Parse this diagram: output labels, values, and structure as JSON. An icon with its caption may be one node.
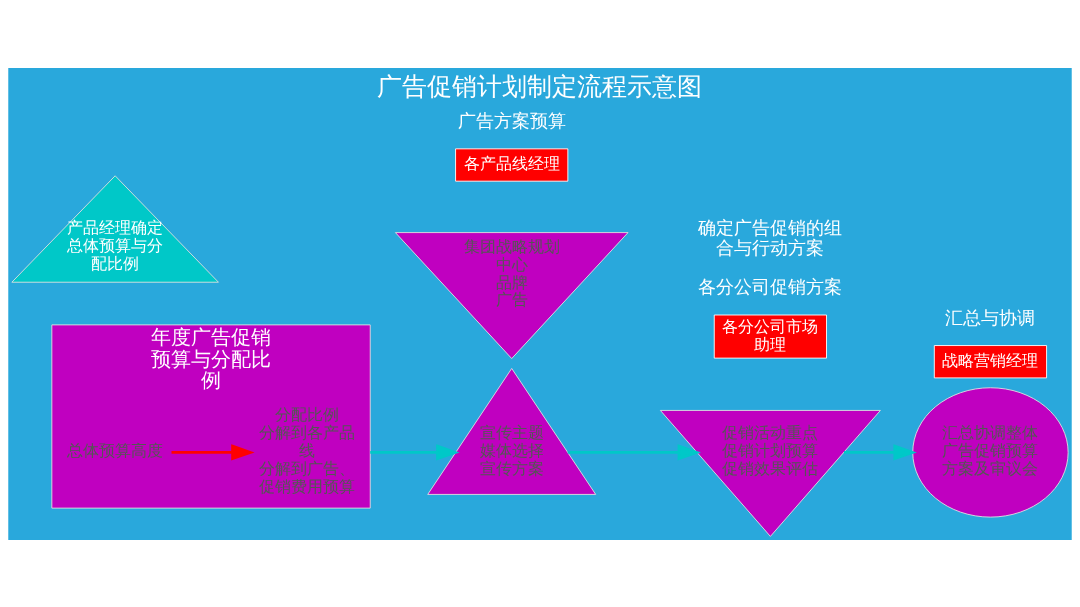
{
  "diagram": {
    "title": "广告促销计划制定流程示意图",
    "nodes": [
      {
        "text": [
          "年度广告促销预算与分配比例"
        ]
      },
      {
        "text": [
          "总体预算高度"
        ],
        "in": 0
      },
      {
        "text": [
          "分配比例",
          "分解到各产品线",
          "分解到广告、促销费用预算"
        ],
        "in": 0
      },
      {
        "text": [
          "产品经理确定总体预算与分配比例"
        ]
      },
      {
        "text": [
          "宣传主题",
          "媒体选择",
          "宣传方案"
        ]
      },
      {
        "text": [
          "集团战略规划中心",
          "品牌",
          "广告"
        ]
      },
      {
        "text": [
          "促销活动重点",
          "促销计划预算",
          "促销效果评估"
        ]
      },
      {
        "text": [
          "汇总协调整体广告促销预算方案及审议会"
        ]
      },
      {
        "text": [
          "各产品线经理"
        ]
      },
      {
        "text": [
          "各分公司市场助理"
        ]
      },
      {
        "text": [
          "战略营销经理"
        ]
      }
    ],
    "edges": [
      {
        "from": 1,
        "to": 2,
        "arrow": "to",
        "color": "#ff0000"
      },
      {
        "from": 0,
        "to": 4,
        "arrow": "to"
      },
      {
        "from": 4,
        "to": 6,
        "arrow": "to"
      },
      {
        "from": 6,
        "to": 7,
        "arrow": "to"
      }
    ],
    "labels": [
      "广告方案预算",
      "各分公司促销方案",
      "确定广告促销的组合与行动方案",
      "汇总与协调"
    ]
  }
}
